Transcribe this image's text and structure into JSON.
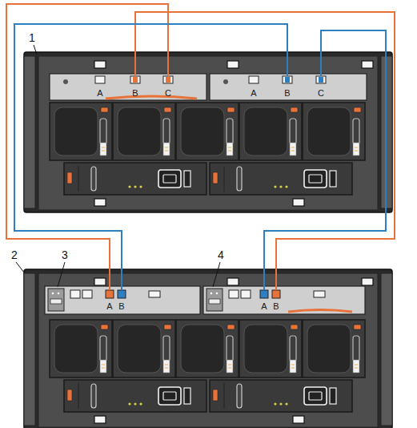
{
  "diagram": {
    "labels": [
      "1",
      "A",
      "B",
      "C",
      "A",
      "B",
      "C",
      "2",
      "3",
      "4",
      "A",
      "B",
      "A",
      "B"
    ]
  }
}
